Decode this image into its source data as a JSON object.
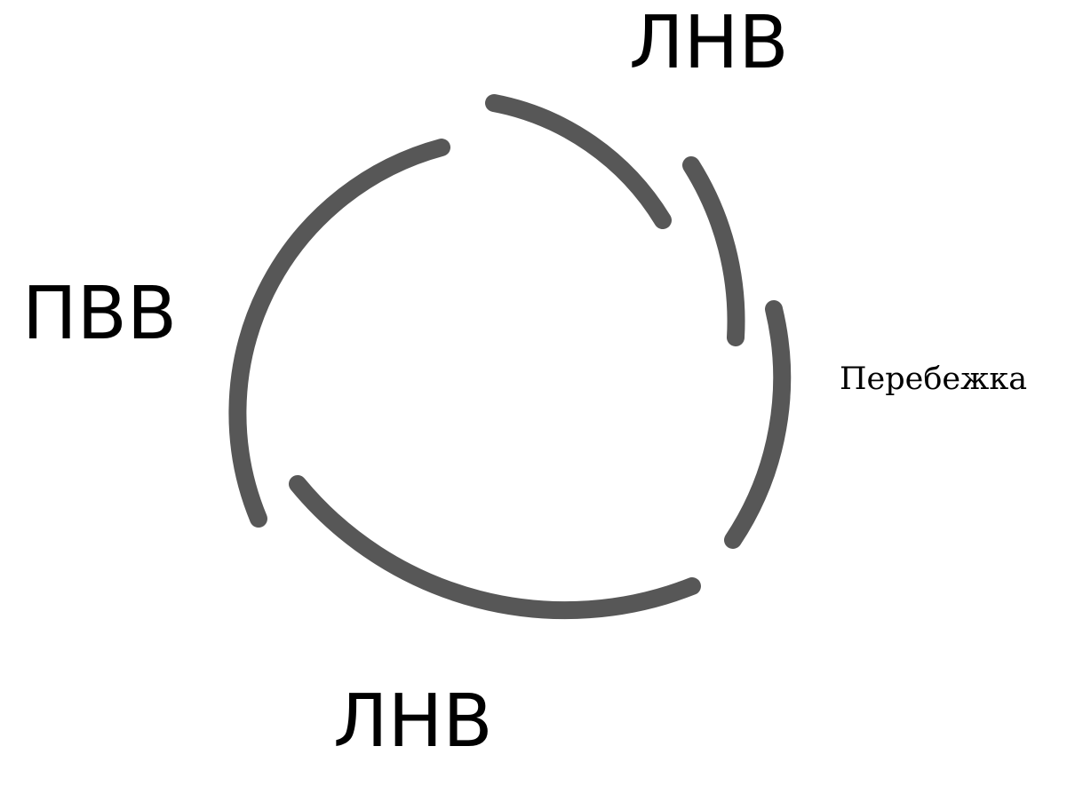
{
  "diagram": {
    "labels": {
      "top": "ЛНВ",
      "left": "ПВВ",
      "bottom": "ЛНВ",
      "right": "Перебежка"
    },
    "arc_color": "#575757",
    "arc_count": 5
  }
}
